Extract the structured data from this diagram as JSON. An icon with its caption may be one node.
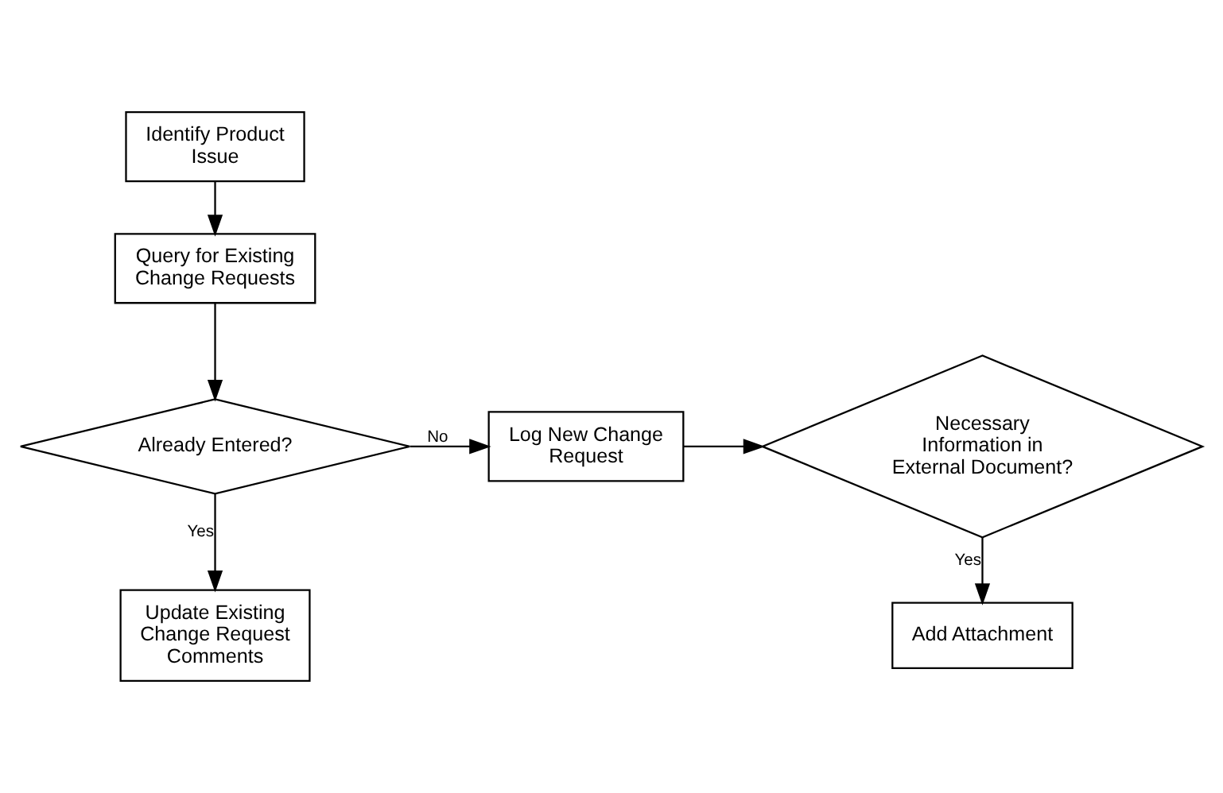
{
  "diagram": {
    "nodes": [
      {
        "text": [
          "Identify Product Issue"
        ]
      },
      {
        "text": [
          "Query for Existing Change Requests"
        ]
      },
      {
        "text": [
          "Already Entered?"
        ]
      },
      {
        "text": [
          "Log New Change Request"
        ]
      },
      {
        "text": [
          "Necessary Information in External Document?"
        ]
      },
      {
        "text": [
          "Update Existing Change Request Comments"
        ]
      },
      {
        "text": [
          "Add Attachment"
        ]
      }
    ],
    "edges": [
      {
        "from": 0,
        "to": 1,
        "arrow": "to"
      },
      {
        "from": 1,
        "to": 2,
        "arrow": "to"
      },
      {
        "from": 2,
        "to": 3,
        "arrow": "to",
        "label": "No"
      },
      {
        "from": 2,
        "to": 5,
        "arrow": "to",
        "label": "Yes"
      },
      {
        "from": 3,
        "to": 4,
        "arrow": "to"
      },
      {
        "from": 4,
        "to": 6,
        "arrow": "to",
        "label": "Yes"
      }
    ]
  }
}
